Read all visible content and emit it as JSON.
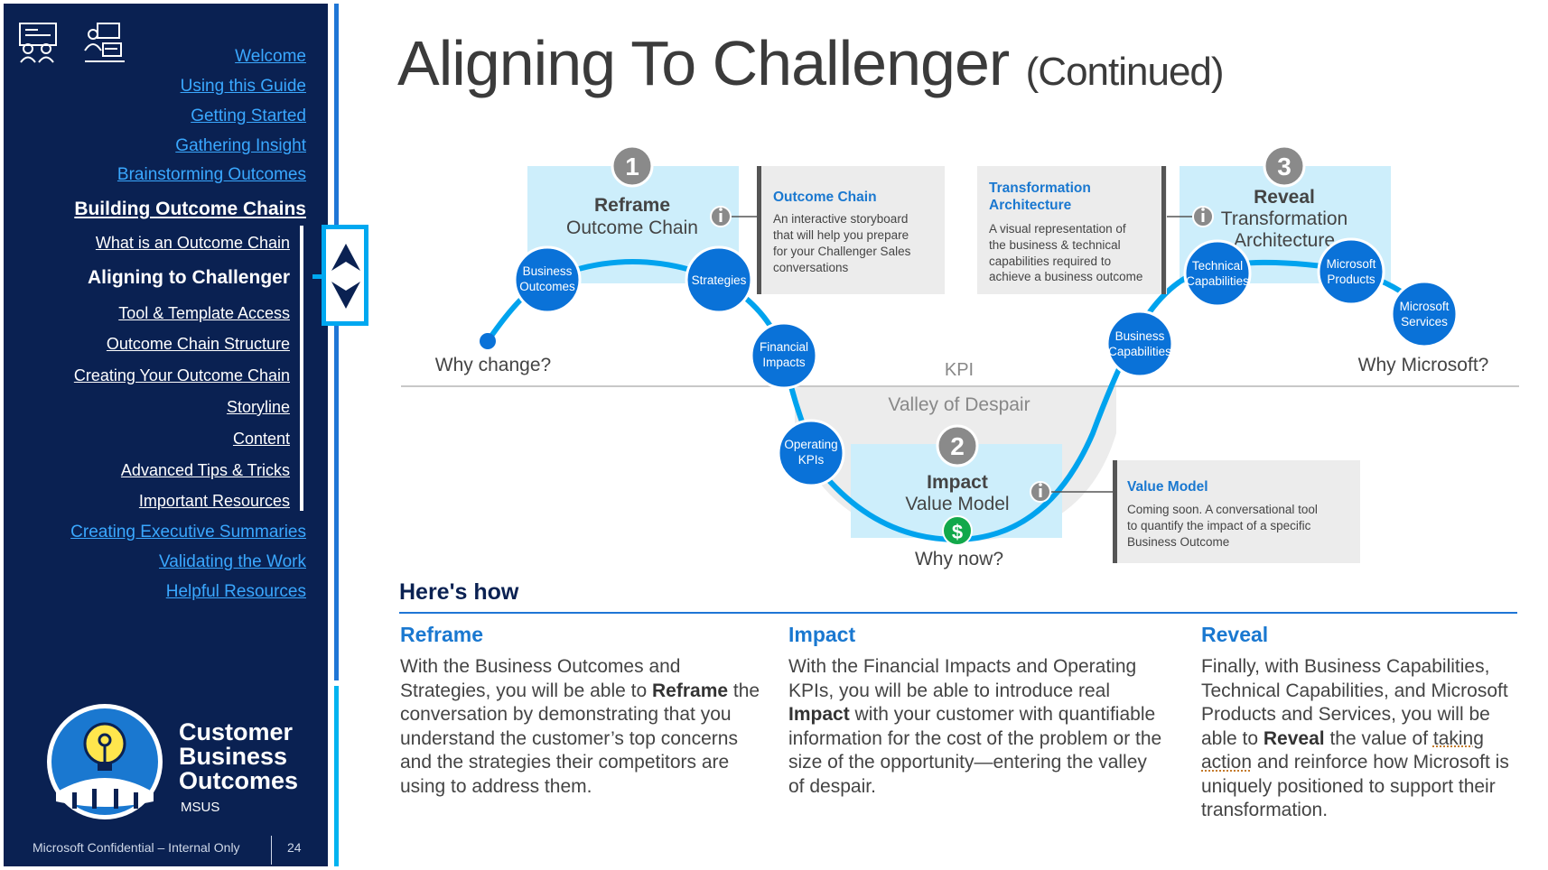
{
  "sidebar": {
    "nav": [
      {
        "label": "Welcome",
        "level": "top"
      },
      {
        "label": "Using this Guide",
        "level": "top"
      },
      {
        "label": "Getting Started",
        "level": "top"
      },
      {
        "label": "Gathering Insight",
        "level": "top"
      },
      {
        "label": "Brainstorming Outcomes",
        "level": "top"
      },
      {
        "label": "Building Outcome Chains",
        "level": "current-section"
      },
      {
        "label": "What is an Outcome Chain",
        "level": "sub"
      },
      {
        "label": "Aligning to Challenger",
        "level": "current-page"
      },
      {
        "label": "Tool & Template Access",
        "level": "sub"
      },
      {
        "label": "Outcome Chain Structure",
        "level": "sub"
      },
      {
        "label": "Creating Your Outcome Chain",
        "level": "sub"
      },
      {
        "label": "Storyline",
        "level": "sub"
      },
      {
        "label": "Content",
        "level": "sub"
      },
      {
        "label": "Advanced Tips & Tricks",
        "level": "sub"
      },
      {
        "label": "Important Resources",
        "level": "sub"
      },
      {
        "label": "Creating Executive Summaries",
        "level": "top"
      },
      {
        "label": "Validating the Work",
        "level": "top"
      },
      {
        "label": "Helpful Resources",
        "level": "top"
      }
    ],
    "icons": [
      "meeting-icon",
      "presenter-icon"
    ],
    "logo": {
      "line1": "Customer",
      "line2": "Business",
      "line3": "Outcomes",
      "sub": "MSUS"
    },
    "footer": {
      "confidential": "Microsoft Confidential – Internal Only",
      "page": "24"
    }
  },
  "title": {
    "main": "Aligning To Challenger",
    "suffix": "(Continued)"
  },
  "diagram": {
    "kpi_label": "KPI",
    "valley_label": "Valley of Despair",
    "why_change": "Why change?",
    "why_microsoft": "Why Microsoft?",
    "why_now": "Why now?",
    "stages": [
      {
        "num": "1",
        "bold": "Reframe",
        "sub": "Outcome Chain"
      },
      {
        "num": "2",
        "bold": "Impact",
        "sub": "Value Model"
      },
      {
        "num": "3",
        "bold": "Reveal",
        "sub": "Transformation Architecture",
        "sub_l1": "Transformation",
        "sub_l2": "Architecture"
      }
    ],
    "nodes": {
      "business_outcomes": [
        "Business",
        "Outcomes"
      ],
      "strategies": [
        "Strategies"
      ],
      "financial_impacts": [
        "Financial",
        "Impacts"
      ],
      "operating_kpis": [
        "Operating",
        "KPIs"
      ],
      "business_capabilities": [
        "Business",
        "Capabilities"
      ],
      "technical_capabilities": [
        "Technical",
        "Capabilities"
      ],
      "microsoft_products": [
        "Microsoft",
        "Products"
      ],
      "microsoft_services": [
        "Microsoft",
        "Services"
      ]
    },
    "dollar": "$",
    "info_boxes": {
      "outcome_chain": {
        "title": "Outcome Chain",
        "lines": [
          "An interactive storyboard",
          "that will help you prepare",
          "for your Challenger Sales",
          "conversations"
        ]
      },
      "transformation_architecture": {
        "title_l1": "Transformation",
        "title_l2": "Architecture",
        "lines": [
          "A visual representation of",
          "the business & technical",
          "capabilities required to",
          "achieve a business outcome"
        ]
      },
      "value_model": {
        "title": "Value Model",
        "lines": [
          "Coming soon.  A conversational tool",
          "to quantify the impact of a specific",
          "Business Outcome"
        ]
      }
    }
  },
  "how": {
    "title": "Here's how",
    "columns": [
      {
        "head": "Reframe"
      },
      {
        "head": "Impact"
      },
      {
        "head": "Reveal"
      }
    ],
    "reframe": {
      "a": "With the Business Outcomes and Strategies, you will be able to ",
      "b": "Reframe",
      "c": " the conversation by demonstrating that you understand the customer’s top concerns and the strategies their competitors are using to address them."
    },
    "impact": {
      "a": "With the Financial Impacts and Operating KPIs, you will be able to introduce real ",
      "b": "Impact",
      "c": " with your customer with quantifiable information for the cost of the problem or the size of the opportunity—entering the valley of despair."
    },
    "reveal": {
      "a": "Finally, with Business Capabilities, Technical Capabilities, and Microsoft Products and Services, you will be able to ",
      "b": "Reveal",
      "c": " the value of ",
      "d": "taking action",
      "e": " and reinforce how Microsoft is uniquely positioned to support their transformation."
    }
  },
  "colors": {
    "navy": "#0a2152",
    "link": "#3aa8ff",
    "node": "#0a72d8",
    "curve": "#00a3ee",
    "light": "#cdeefb",
    "accent": "#1a78d0",
    "dollar": "#12a84a"
  }
}
